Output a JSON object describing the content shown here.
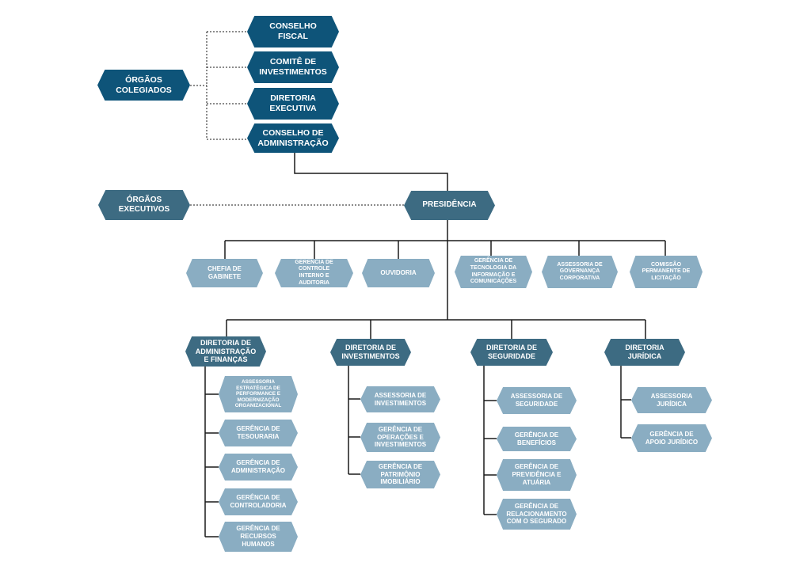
{
  "colors": {
    "dark": "#0e5479",
    "mid": "#3d6b82",
    "light": "#8aadc2",
    "line": "#1a1a1a"
  },
  "orgaos_colegiados": {
    "label": "ÓRGÃOS COLEGIADOS",
    "items": [
      "CONSELHO FISCAL",
      "COMITÊ DE INVESTIMENTOS",
      "DIRETORIA EXECUTIVA",
      "CONSELHO DE ADMINISTRAÇÃO"
    ]
  },
  "orgaos_executivos": {
    "label": "ÓRGÃOS EXECUTIVOS"
  },
  "presidencia": {
    "label": "PRESIDÊNCIA",
    "staff": [
      "CHEFIA DE GABINETE",
      "GERENCIA DE CONTROLE INTERNO E AUDITORIA",
      "OUVIDORIA",
      "GERÊNCIA DE TECNOLOGIA DA INFORMAÇÃO E COMUNICAÇÕES",
      "ASSESSORIA DE GOVERNANÇA CORPORATIVA",
      "COMISSÃO PERMANENTE DE LICITAÇÃO"
    ]
  },
  "diretorias": [
    {
      "label": "DIRETORIA DE ADMINISTRAÇÃO E FINANÇAS",
      "units": [
        "ASSESSORIA ESTRATÉGICA DE PERFORMANCE E MODERNIZAÇÃO ORGANIZACIONAL",
        "GERÊNCIA DE TESOURARIA",
        "GERÊNCIA DE ADMINISTRAÇÃO",
        "GERÊNCIA DE CONTROLADORIA",
        "GERÊNCIA DE RECURSOS HUMANOS"
      ]
    },
    {
      "label": "DIRETORIA DE INVESTIMENTOS",
      "units": [
        "ASSESSORIA DE INVESTIMENTOS",
        "GERÊNCIA DE OPERAÇÕES E INVESTIMENTOS",
        "GERÊNCIA DE PATRIMÔNIO IMOBILIÁRIO"
      ]
    },
    {
      "label": "DIRETORIA DE SEGURIDADE",
      "units": [
        "ASSESSORIA DE SEGURIDADE",
        "GERÊNCIA DE BENEFÍCIOS",
        "GERÊNCIA DE PREVIDÊNCIA E ATUÁRIA",
        "GERÊNCIA DE RELACIONAMENTO COM O SEGURADO"
      ]
    },
    {
      "label": "DIRETORIA JURÍDICA",
      "units": [
        "ASSESSORIA JURÍDICA",
        "GERÊNCIA DE APOIO JURÍDICO"
      ]
    }
  ]
}
